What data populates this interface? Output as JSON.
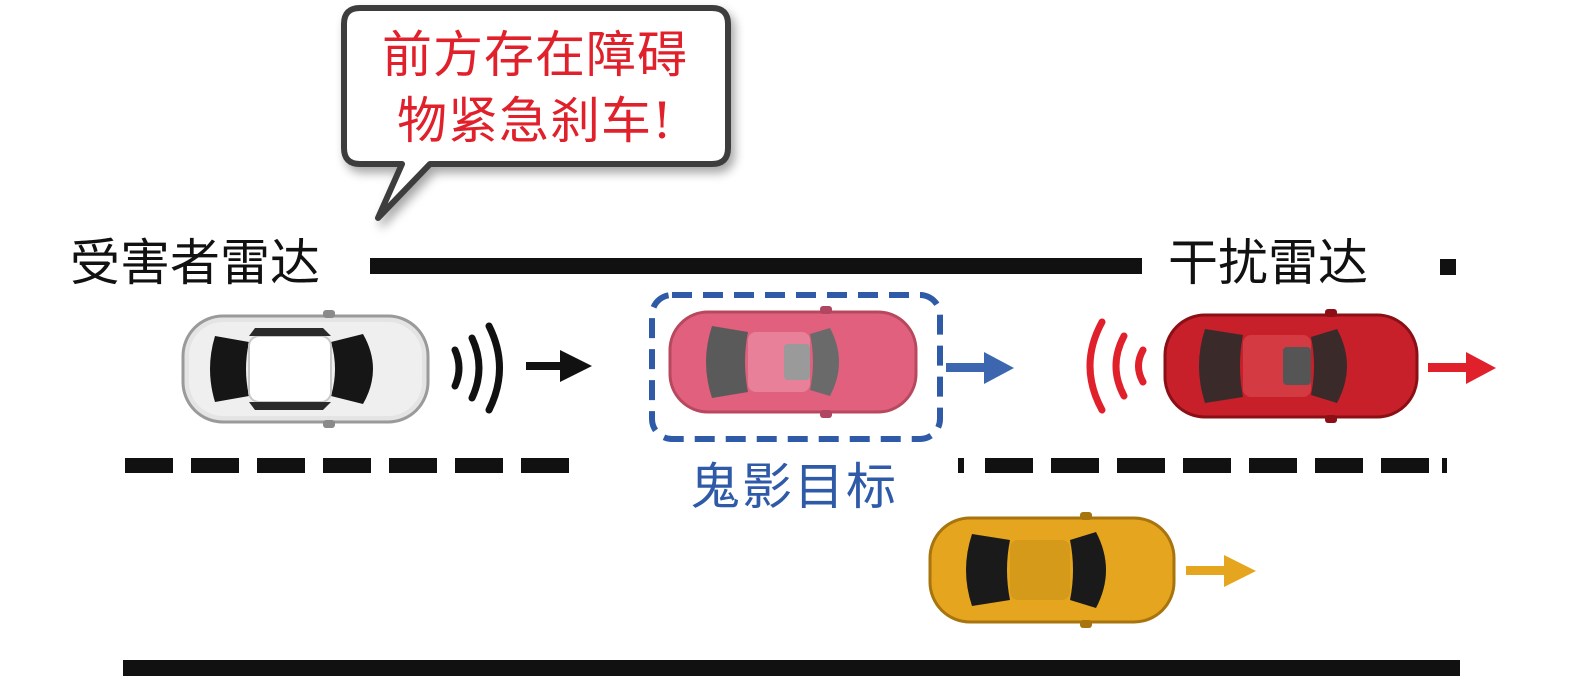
{
  "speech_bubble": {
    "line1": "前方存在障碍",
    "line2": "物紧急刹车!",
    "text_color": "#e0202a"
  },
  "labels": {
    "victim_radar": "受害者雷达",
    "interfering_radar": "干扰雷达",
    "ghost_target": "鬼影目标"
  },
  "colors": {
    "victim_car": "#e6e6e6",
    "ghost_car": "#e0607e",
    "interfering_car": "#c8202a",
    "other_car": "#e6a51e",
    "victim_arrow": "#111111",
    "ghost_arrow": "#3d66b0",
    "interfering_arrow": "#e0202a",
    "other_arrow": "#e6a51e",
    "ghost_box": "#2e5aa8"
  },
  "icons": {
    "victim_signal": "radio-waves-right-icon",
    "interfering_signal": "radio-waves-left-icon"
  }
}
